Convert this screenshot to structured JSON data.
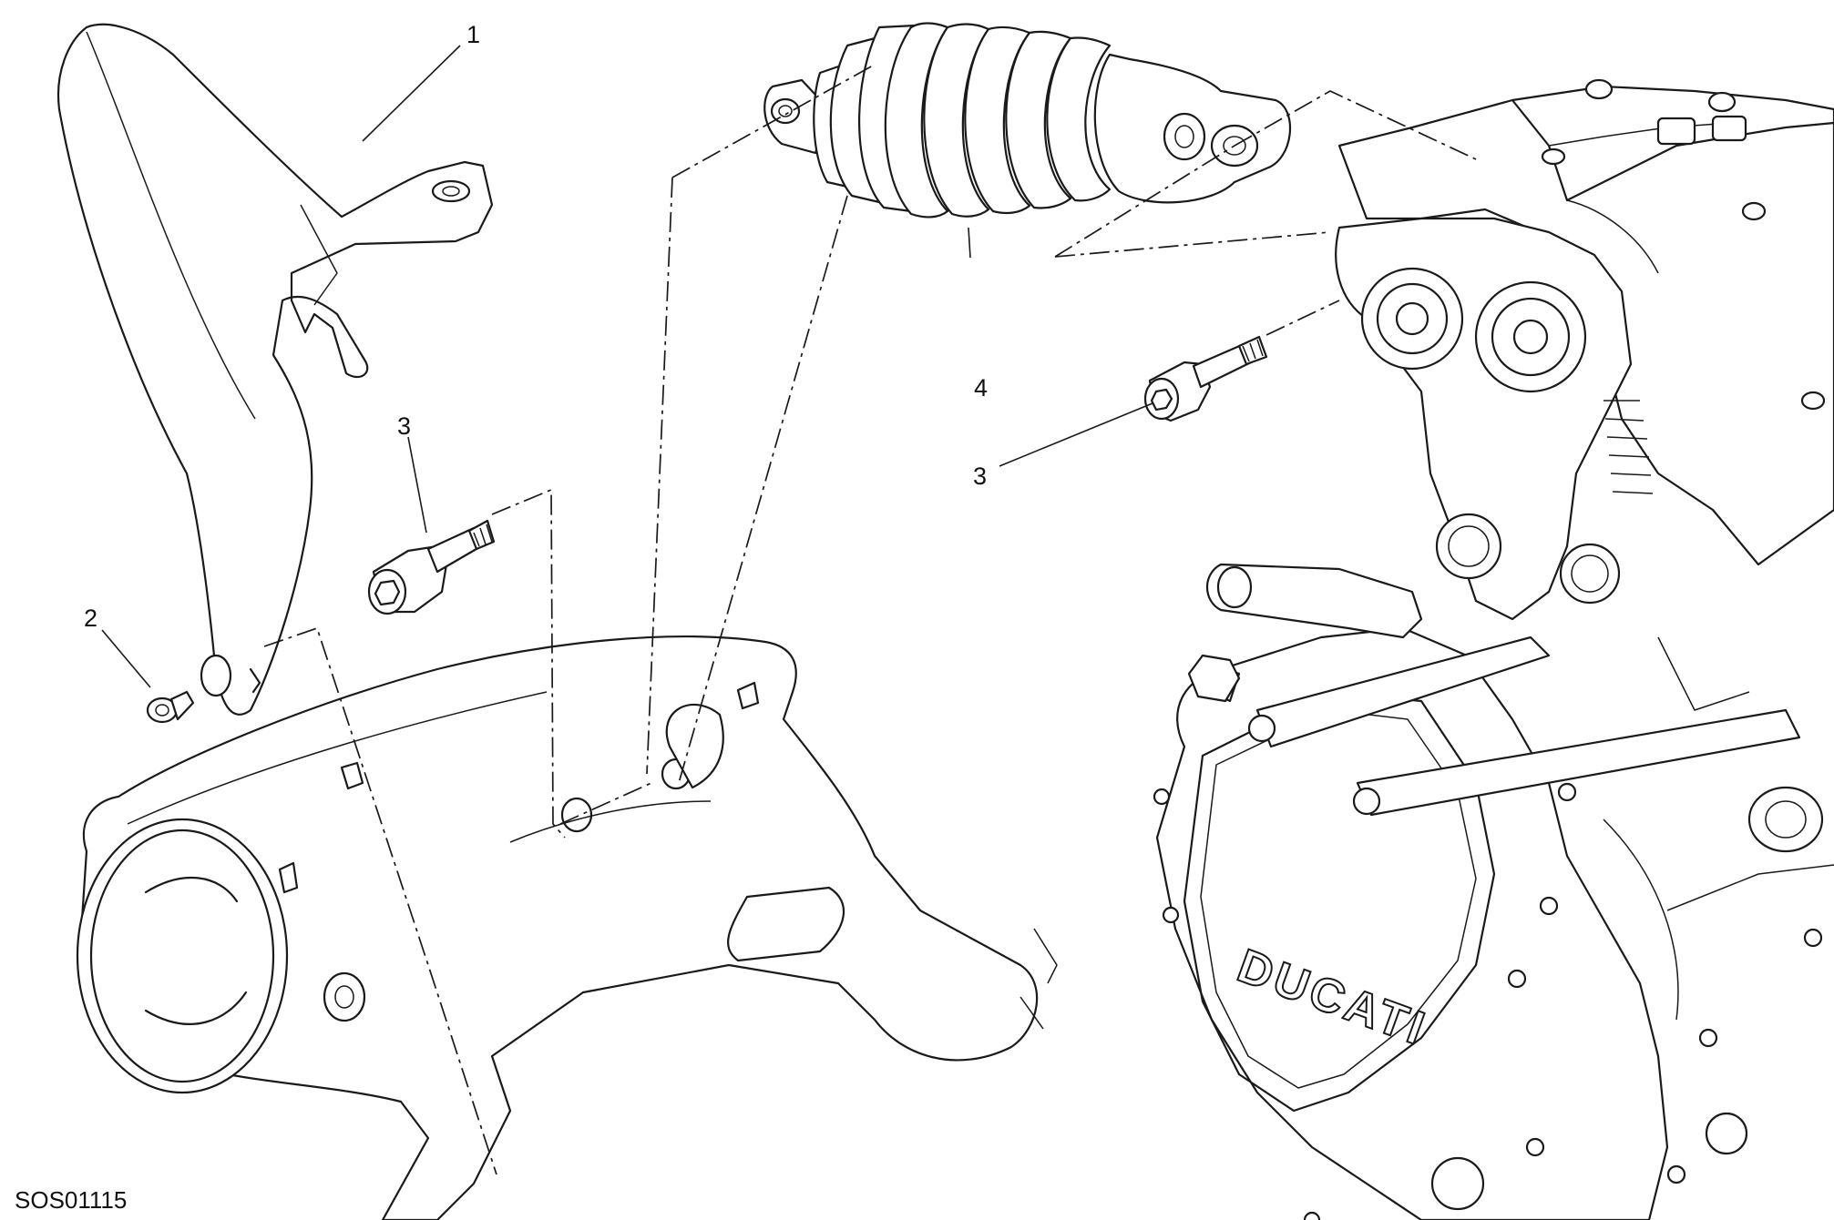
{
  "diagram": {
    "drawing_code": "SOS01115",
    "engine_brand": "DUCATI",
    "callouts": [
      {
        "id": "1",
        "text": "1"
      },
      {
        "id": "2",
        "text": "2"
      },
      {
        "id": "3a",
        "text": "3"
      },
      {
        "id": "3b",
        "text": "3"
      },
      {
        "id": "4",
        "text": "4"
      }
    ]
  }
}
